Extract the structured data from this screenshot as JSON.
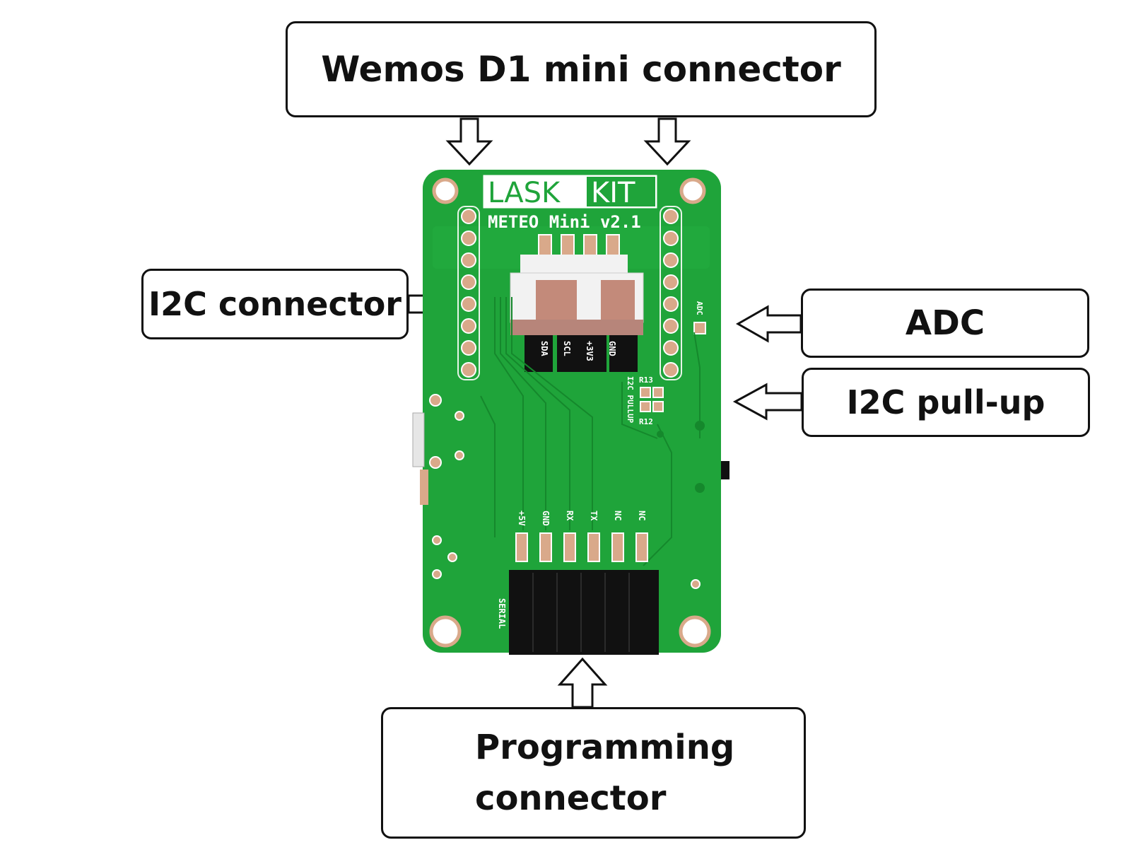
{
  "callouts": {
    "wemos": "Wemos D1 mini connector",
    "i2c_connector": "I2C connector",
    "adc": "ADC",
    "i2c_pullup": "I2C pull-up",
    "programming_line1": "Programming",
    "programming_line2": "connector"
  },
  "board": {
    "brand_left": "LASK",
    "brand_right": "KIT",
    "model": "METEO Mini v2.1",
    "i2c_pins": [
      "SDA",
      "SCL",
      "+3V3",
      "GND"
    ],
    "serial_pins": [
      "+5V",
      "GND",
      "RX",
      "TX",
      "NC",
      "NC"
    ],
    "serial_label": "SERIAL",
    "pullup_label": "I2C PULLUP",
    "resistor_top": "R13",
    "resistor_bottom": "R12",
    "adc_label": "ADC"
  },
  "colors": {
    "pcb": "#1fa43a",
    "pcb_dark": "#15882c",
    "pad": "#d9a98a",
    "connector_white": "#f2f2f2",
    "black": "#111111"
  }
}
